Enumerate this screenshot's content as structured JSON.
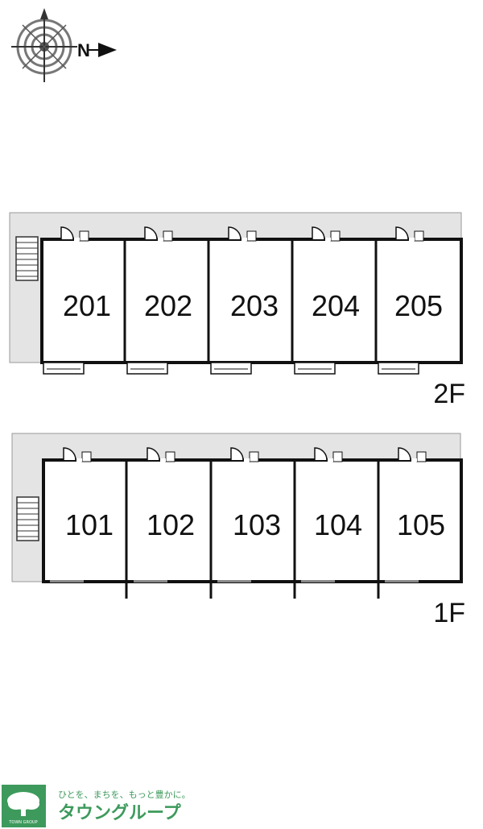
{
  "compass": {
    "north_letter": "N"
  },
  "floors": [
    {
      "label": "2F",
      "rooms": [
        "201",
        "202",
        "203",
        "204",
        "205"
      ]
    },
    {
      "label": "1F",
      "rooms": [
        "101",
        "102",
        "103",
        "104",
        "105"
      ]
    }
  ],
  "logo": {
    "tagline": "ひとを、まちを、もっと豊かに。",
    "name": "タウングループ",
    "small_text": "TOWN GROUP"
  },
  "colors": {
    "line": "#111111",
    "corridor": "#e4e4e4",
    "brand": "#3d9a5c"
  }
}
